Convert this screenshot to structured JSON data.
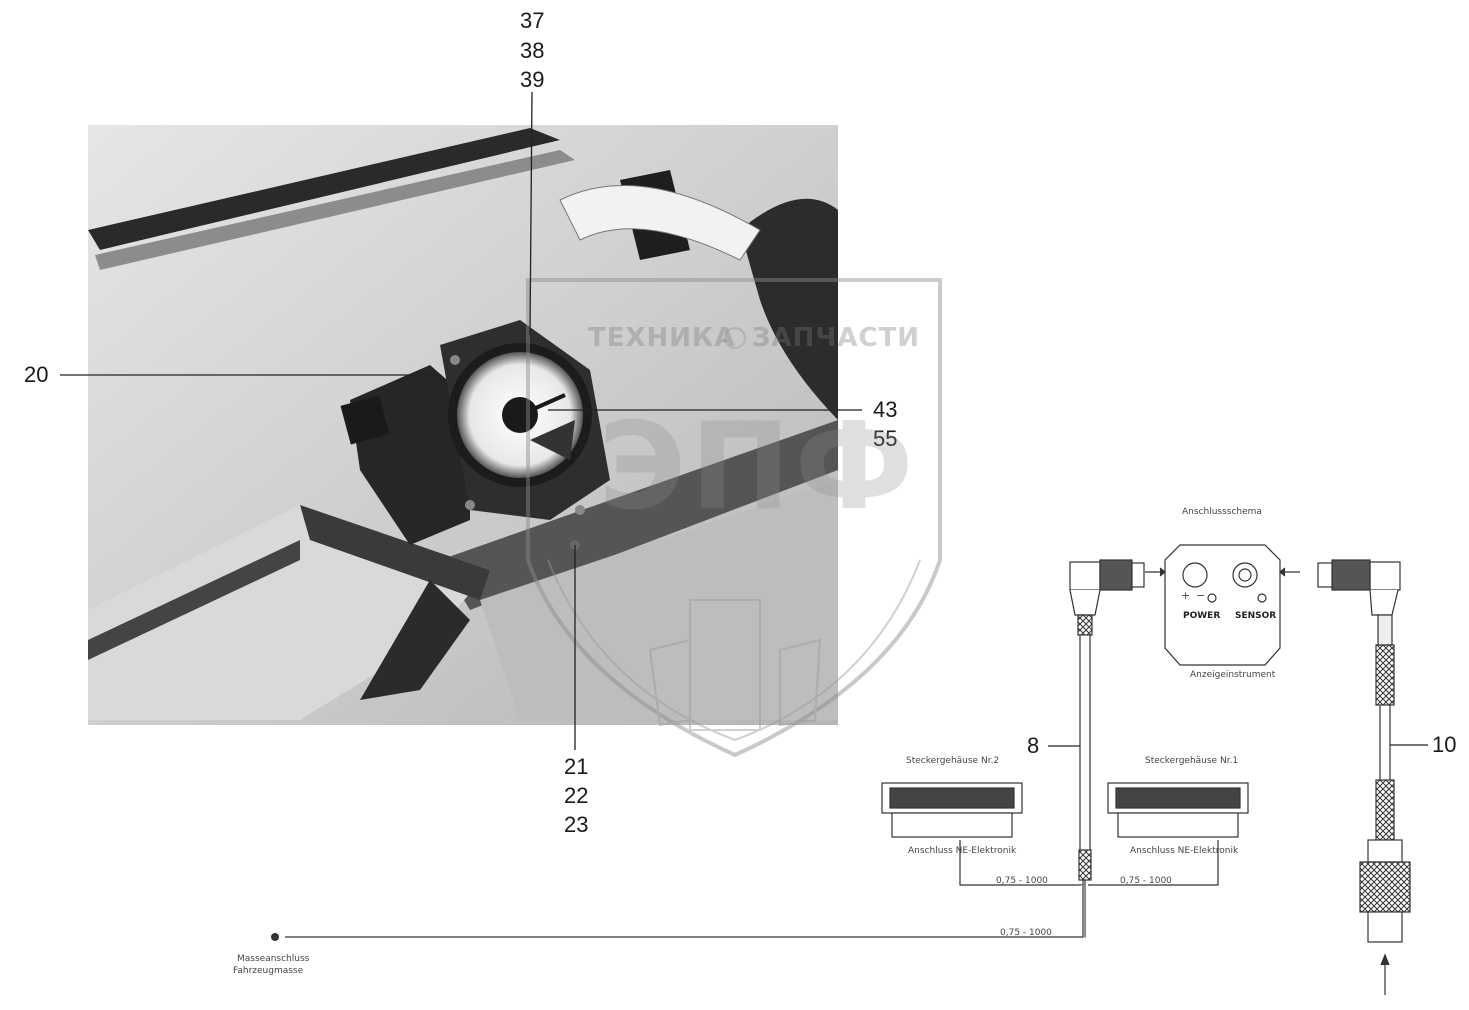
{
  "callouts": {
    "c37": "37",
    "c38": "38",
    "c39": "39",
    "c20": "20",
    "c43": "43",
    "c55": "55",
    "c21": "21",
    "c22": "22",
    "c23": "23",
    "c8": "8",
    "c10": "10"
  },
  "watermark": {
    "left_word": "ТЕХНИКА",
    "right_word": "ЗАПЧАСТИ",
    "logo_letters": "ЭПФ"
  },
  "wiring": {
    "title": "Anschlussschema",
    "power_label": "POWER",
    "sensor_label": "SENSOR",
    "display_caption": "Anzeigeinstrument",
    "left_block_title": "Steckergehäuse Nr.2",
    "right_block_title": "Steckergehäuse Nr.1",
    "left_block_caption": "Anschluss NE-Elektronik",
    "right_block_caption": "Anschluss NE-Elektronik",
    "left_wire_label": "0,75 - 1000",
    "right_wire_label": "0,75 - 1000",
    "ground_wire_label": "0,75 - 1000",
    "ground_label_line1": "Masseanschluss",
    "ground_label_line2": "Fahrzeugmasse",
    "plus": "+",
    "minus": "−"
  },
  "colors": {
    "line": "#222222",
    "watermark": "#8a8a8a"
  }
}
